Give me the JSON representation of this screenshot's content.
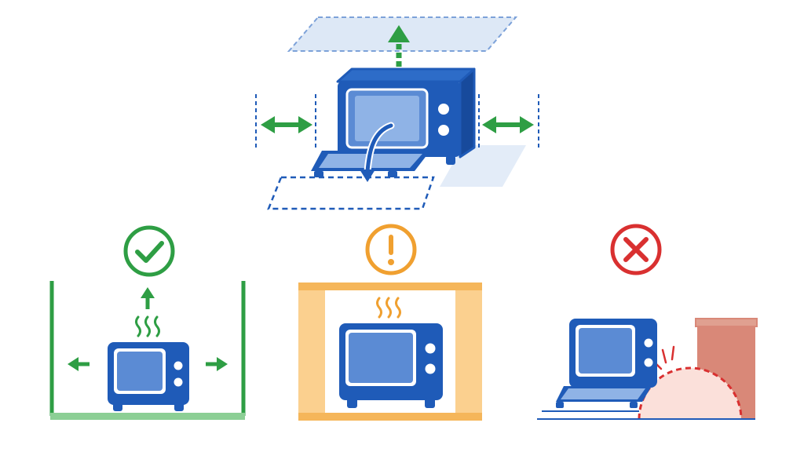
{
  "colors": {
    "appliance_blue": "#1f5bb8",
    "screen_blue": "#5b8bd4",
    "screen_light": "#8fb3e6",
    "clearance_green": "#2e9e44",
    "floor_green": "#8ccf95",
    "caution_orange": "#f0a030",
    "cabinet_orange": "#fbd08f",
    "cabinet_inner": "#ffffff",
    "danger_red": "#d93030",
    "wall_red": "#d98878",
    "wall_top": "#e0a090",
    "shadow_blue": "#e3ecf8",
    "ghost_blue": "#c9daf2"
  },
  "icons": {
    "ok": "check-circle-icon",
    "caution": "exclamation-circle-icon",
    "bad": "cross-circle-icon",
    "heat": "steam-icon",
    "clearance": "double-arrow-icon"
  },
  "panels": [
    {
      "id": "top-clearance-diagram",
      "status": "reference"
    },
    {
      "id": "open-ventilated-placement",
      "status": "ok"
    },
    {
      "id": "enclosed-cabinet-placement",
      "status": "caution"
    },
    {
      "id": "blocked-door-placement",
      "status": "bad"
    }
  ]
}
